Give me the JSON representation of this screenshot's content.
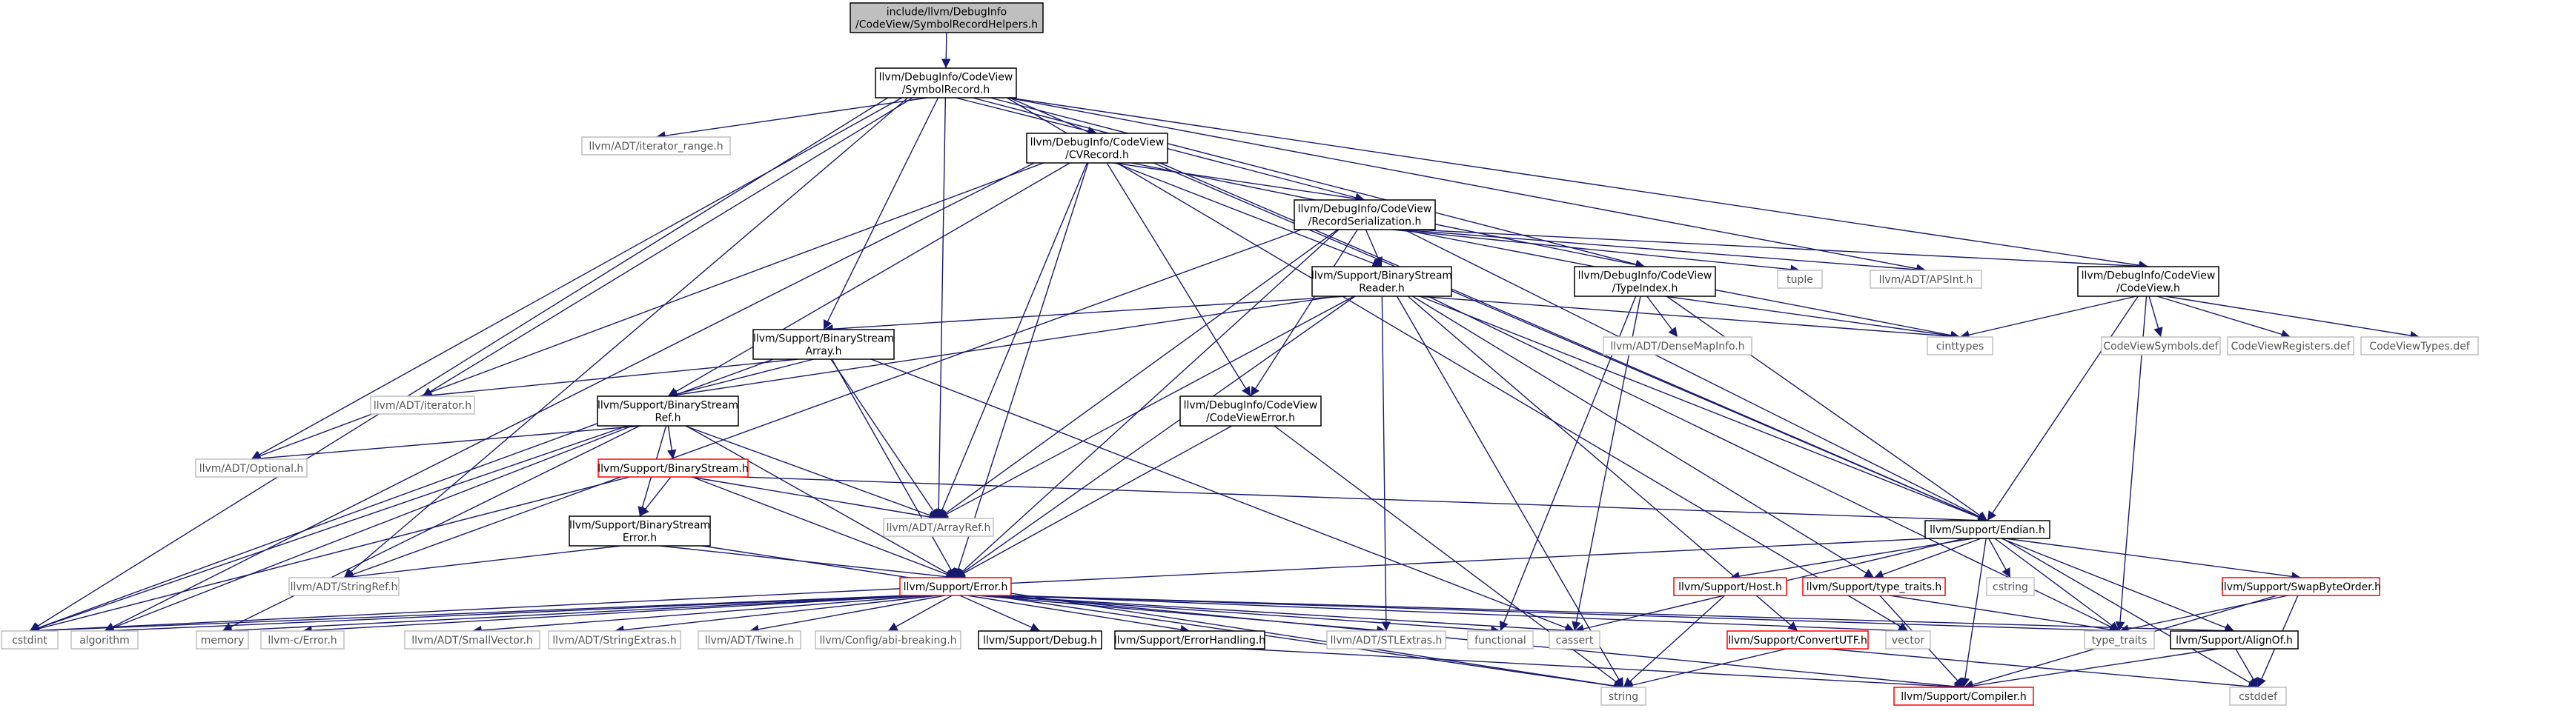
{
  "colors": {
    "edge": "#191970",
    "solid_border": "#000000",
    "solid_text": "#000000",
    "gray_border": "#bfbfbf",
    "gray_text": "#555555",
    "red_border": "#ff0000",
    "root_fill": "#bfbfbf"
  },
  "nodes": {
    "root": {
      "lines": [
        "include/llvm/DebugInfo",
        "/CodeView/SymbolRecordHelpers.h"
      ]
    },
    "symrec": {
      "lines": [
        "llvm/DebugInfo/CodeView",
        "/SymbolRecord.h"
      ]
    },
    "iterrange": {
      "lines": [
        "llvm/ADT/iterator_range.h"
      ]
    },
    "cvrecord": {
      "lines": [
        "llvm/DebugInfo/CodeView",
        "/CVRecord.h"
      ]
    },
    "recser": {
      "lines": [
        "llvm/DebugInfo/CodeView",
        "/RecordSerialization.h"
      ]
    },
    "bsreader": {
      "lines": [
        "llvm/Support/BinaryStream",
        "Reader.h"
      ]
    },
    "typeindex": {
      "lines": [
        "llvm/DebugInfo/CodeView",
        "/TypeIndex.h"
      ]
    },
    "tuple": {
      "lines": [
        "tuple"
      ]
    },
    "apsint": {
      "lines": [
        "llvm/ADT/APSInt.h"
      ]
    },
    "codeview": {
      "lines": [
        "llvm/DebugInfo/CodeView",
        "/CodeView.h"
      ]
    },
    "densemapinfo": {
      "lines": [
        "llvm/ADT/DenseMapInfo.h"
      ]
    },
    "cinttypes": {
      "lines": [
        "cinttypes"
      ]
    },
    "cvsymdef": {
      "lines": [
        "CodeViewSymbols.def"
      ]
    },
    "cvregdef": {
      "lines": [
        "CodeViewRegisters.def"
      ]
    },
    "cvtypesdef": {
      "lines": [
        "CodeViewTypes.def"
      ]
    },
    "bsarray": {
      "lines": [
        "llvm/Support/BinaryStream",
        "Array.h"
      ]
    },
    "adtiterator": {
      "lines": [
        "llvm/ADT/iterator.h"
      ]
    },
    "bsref": {
      "lines": [
        "llvm/Support/BinaryStream",
        "Ref.h"
      ]
    },
    "cverror": {
      "lines": [
        "llvm/DebugInfo/CodeView",
        "/CodeViewError.h"
      ]
    },
    "optional": {
      "lines": [
        "llvm/ADT/Optional.h"
      ]
    },
    "binarystream": {
      "lines": [
        "llvm/Support/BinaryStream.h"
      ]
    },
    "arrayref": {
      "lines": [
        "llvm/ADT/ArrayRef.h"
      ]
    },
    "bserror": {
      "lines": [
        "llvm/Support/BinaryStream",
        "Error.h"
      ]
    },
    "endian": {
      "lines": [
        "llvm/Support/Endian.h"
      ]
    },
    "stringref": {
      "lines": [
        "llvm/ADT/StringRef.h"
      ]
    },
    "error": {
      "lines": [
        "llvm/Support/Error.h"
      ]
    },
    "host": {
      "lines": [
        "llvm/Support/Host.h"
      ]
    },
    "typetraitsh": {
      "lines": [
        "llvm/Support/type_traits.h"
      ]
    },
    "cstring": {
      "lines": [
        "cstring"
      ]
    },
    "swapbyte": {
      "lines": [
        "llvm/Support/SwapByteOrder.h"
      ]
    },
    "cstdint": {
      "lines": [
        "cstdint"
      ]
    },
    "algorithm": {
      "lines": [
        "algorithm"
      ]
    },
    "memory": {
      "lines": [
        "memory"
      ]
    },
    "llvmcerror": {
      "lines": [
        "llvm-c/Error.h"
      ]
    },
    "smallvector": {
      "lines": [
        "llvm/ADT/SmallVector.h"
      ]
    },
    "stringextras": {
      "lines": [
        "llvm/ADT/StringExtras.h"
      ]
    },
    "twine": {
      "lines": [
        "llvm/ADT/Twine.h"
      ]
    },
    "abibreaking": {
      "lines": [
        "llvm/Config/abi-breaking.h"
      ]
    },
    "debugh": {
      "lines": [
        "llvm/Support/Debug.h"
      ]
    },
    "errhandling": {
      "lines": [
        "llvm/Support/ErrorHandling.h"
      ]
    },
    "stlextras": {
      "lines": [
        "llvm/ADT/STLExtras.h"
      ]
    },
    "functional": {
      "lines": [
        "functional"
      ]
    },
    "cassert": {
      "lines": [
        "cassert"
      ]
    },
    "convertutf": {
      "lines": [
        "llvm/Support/ConvertUTF.h"
      ]
    },
    "vector": {
      "lines": [
        "vector"
      ]
    },
    "typetraits": {
      "lines": [
        "type_traits"
      ]
    },
    "alignof": {
      "lines": [
        "llvm/Support/AlignOf.h"
      ]
    },
    "string": {
      "lines": [
        "string"
      ]
    },
    "compiler": {
      "lines": [
        "llvm/Support/Compiler.h"
      ]
    },
    "cstddef": {
      "lines": [
        "cstddef"
      ]
    }
  }
}
